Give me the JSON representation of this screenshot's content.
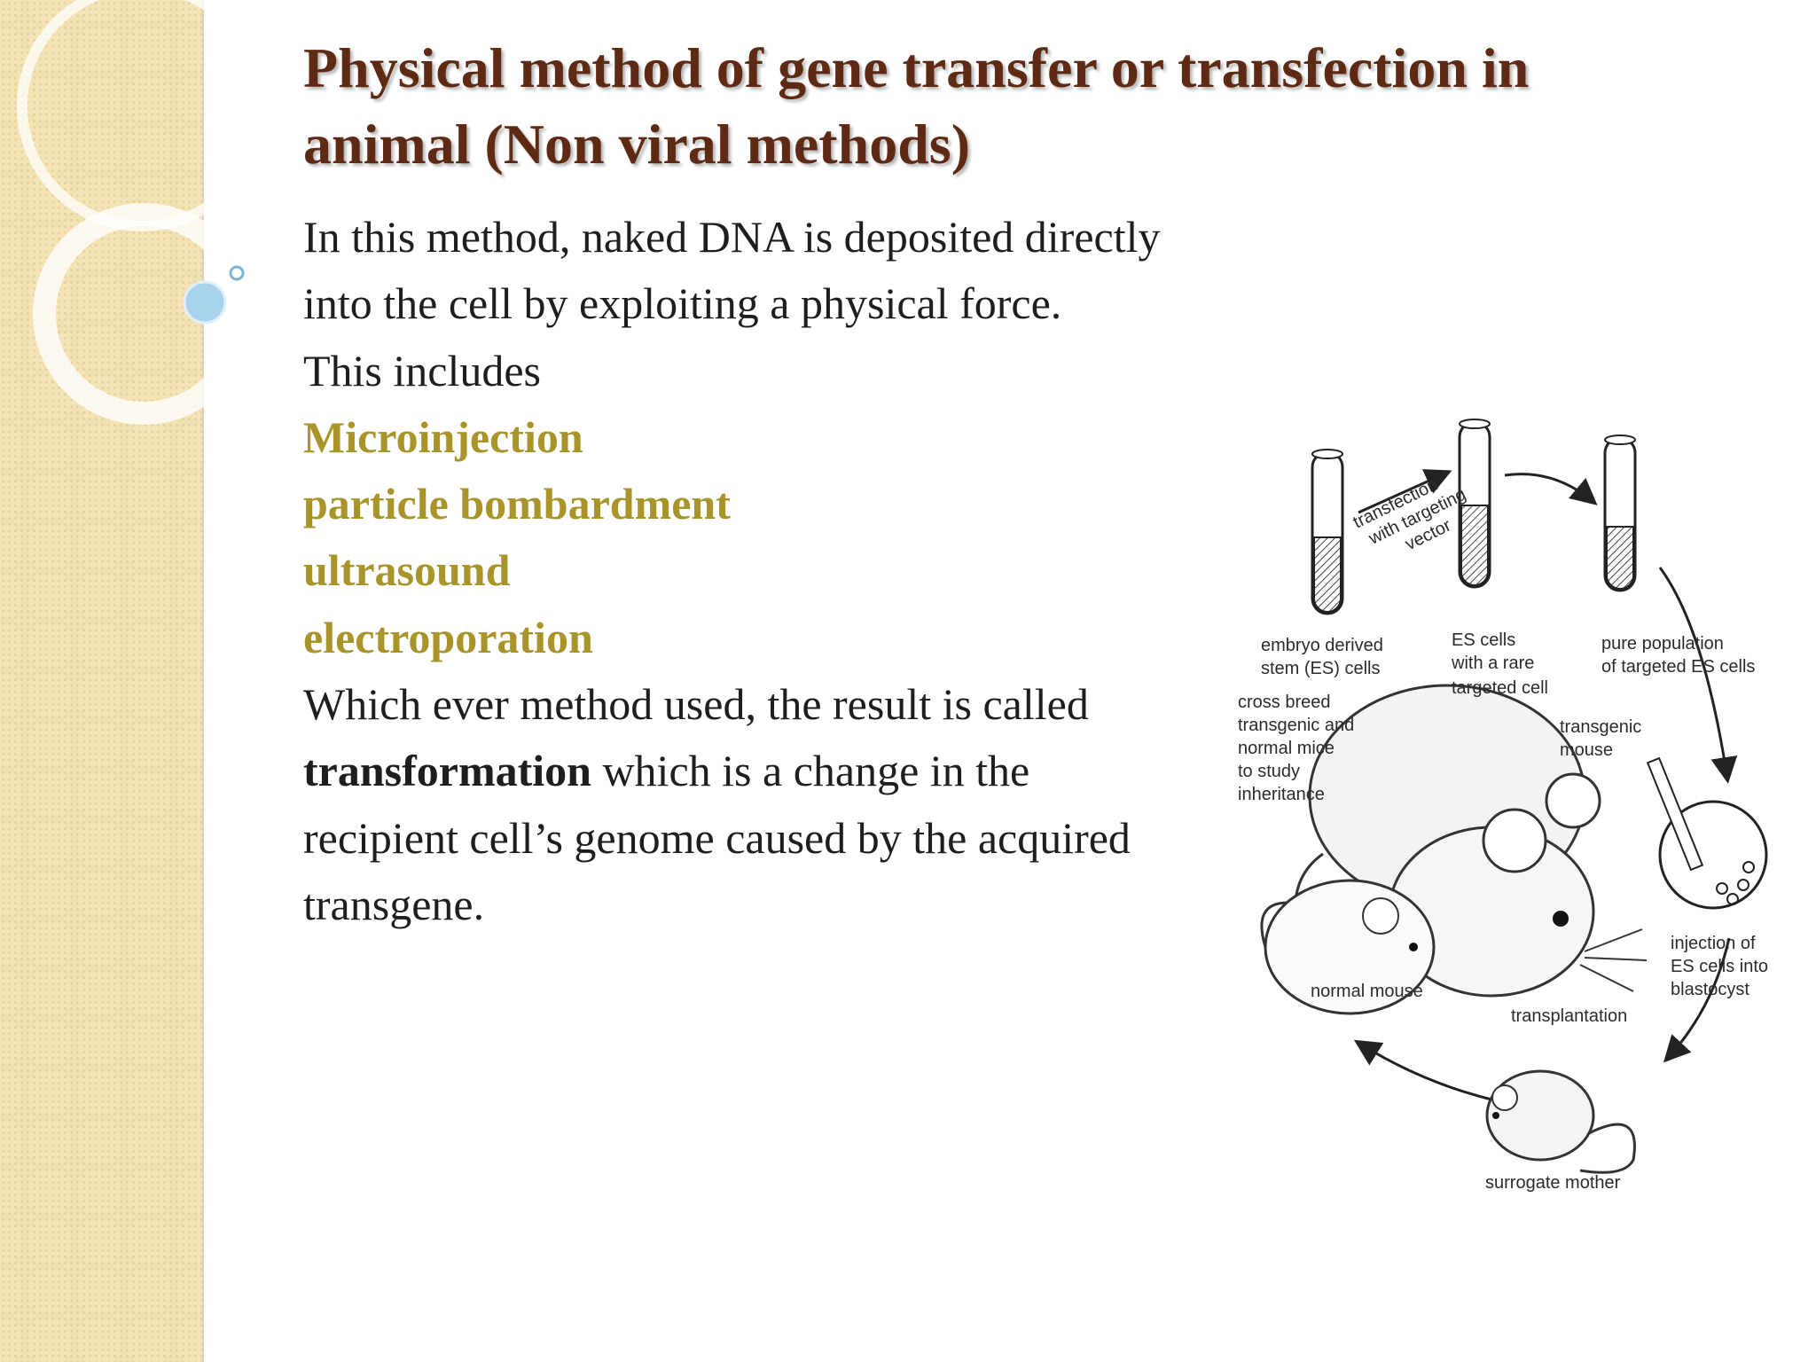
{
  "slide": {
    "title_lines": [
      "Physical method of gene transfer or transfection in",
      "animal (Non viral methods)"
    ],
    "intro_lines": [
      "In this method, naked DNA is deposited directly",
      "into the cell by exploiting a physical force.",
      "This includes"
    ],
    "methods": [
      "Microinjection",
      "particle bombardment",
      "ultrasound",
      "electroporation"
    ],
    "result_line1": "Which ever method used, the result is called",
    "result_term": "transformation",
    "result_line2_rest": " which is a change in the",
    "result_line3": "recipient cell’s genome caused by the acquired",
    "result_line4": "transgene.",
    "colors": {
      "title": "#5e2a14",
      "method": "#a89428",
      "text": "#1e1e1e",
      "sidebar": "#f3e2b4"
    }
  },
  "figure": {
    "labels": {
      "transfection_1": "transfection",
      "transfection_2": "with targeting",
      "transfection_3": "vector",
      "es_derived_1": "embryo derived",
      "es_derived_2": "stem (ES) cells",
      "es_rare_1": "ES cells",
      "es_rare_2": "with a rare",
      "es_rare_3": "targeted cell",
      "pure_1": "pure population",
      "pure_2": "of targeted ES cells",
      "cross_1": "cross breed",
      "cross_2": "transgenic and",
      "cross_3": "normal mice",
      "cross_4": "to study",
      "cross_5": "inheritance",
      "transgenic_1": "transgenic",
      "transgenic_2": "mouse",
      "injection_1": "injection of",
      "injection_2": "ES cells into",
      "injection_3": "blastocyst",
      "normal_mouse": "normal mouse",
      "transplantation": "transplantation",
      "surrogate": "surrogate mother"
    }
  }
}
